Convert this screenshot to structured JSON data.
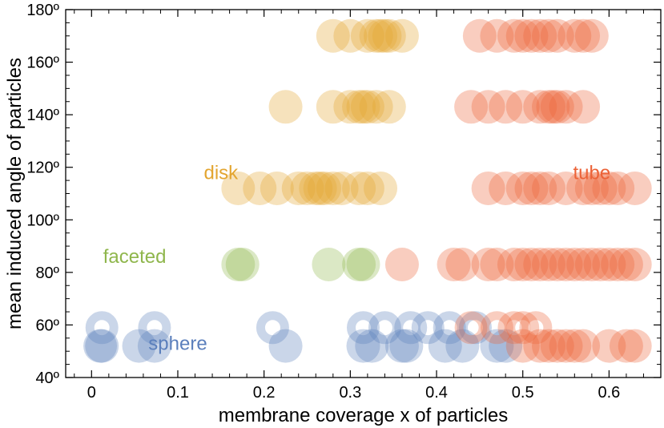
{
  "chart_data": {
    "type": "scatter",
    "xlabel": "membrane coverage x of particles",
    "ylabel": "mean induced angle of particles",
    "xlim": [
      -0.03,
      0.66
    ],
    "ylim": [
      40,
      180
    ],
    "x_ticks": [
      0,
      0.1,
      0.2,
      0.3,
      0.4,
      0.5,
      0.6
    ],
    "x_tick_labels": [
      "0",
      "0.1",
      "0.2",
      "0.3",
      "0.4",
      "0.5",
      "0.6"
    ],
    "y_ticks": [
      40,
      60,
      80,
      100,
      120,
      140,
      160,
      180
    ],
    "y_tick_labels": [
      "40º",
      "60º",
      "80º",
      "100º",
      "120º",
      "140º",
      "160º",
      "180º"
    ],
    "grid": false,
    "legend": "none",
    "annotations": [
      {
        "text": "sphere",
        "color": "#5b7fbc",
        "x": 0.1,
        "y": 53
      },
      {
        "text": "faceted",
        "color": "#8fb64c",
        "x": 0.05,
        "y": 86
      },
      {
        "text": "disk",
        "color": "#e3a530",
        "x": 0.15,
        "y": 118
      },
      {
        "text": "tube",
        "color": "#ec6237",
        "x": 0.58,
        "y": 118
      }
    ],
    "series": [
      {
        "name": "sphere",
        "color": "#5b7fbc",
        "points": [
          {
            "x": 0.01,
            "y": 52
          },
          {
            "x": 0.012,
            "y": 52
          },
          {
            "x": 0.055,
            "y": 52
          },
          {
            "x": 0.073,
            "y": 52
          },
          {
            "x": 0.225,
            "y": 52
          },
          {
            "x": 0.315,
            "y": 52
          },
          {
            "x": 0.325,
            "y": 52
          },
          {
            "x": 0.36,
            "y": 52
          },
          {
            "x": 0.365,
            "y": 52
          },
          {
            "x": 0.41,
            "y": 52
          },
          {
            "x": 0.43,
            "y": 52
          },
          {
            "x": 0.47,
            "y": 52
          },
          {
            "x": 0.48,
            "y": 52
          }
        ],
        "rings": [
          {
            "x": 0.012,
            "y": 59
          },
          {
            "x": 0.073,
            "y": 59
          },
          {
            "x": 0.21,
            "y": 59
          },
          {
            "x": 0.315,
            "y": 59
          },
          {
            "x": 0.34,
            "y": 59
          },
          {
            "x": 0.37,
            "y": 59
          },
          {
            "x": 0.39,
            "y": 59
          },
          {
            "x": 0.415,
            "y": 59
          },
          {
            "x": 0.445,
            "y": 59
          }
        ]
      },
      {
        "name": "faceted",
        "color": "#8fb64c",
        "points": [
          {
            "x": 0.17,
            "y": 83
          },
          {
            "x": 0.175,
            "y": 83
          },
          {
            "x": 0.275,
            "y": 83
          },
          {
            "x": 0.31,
            "y": 83
          },
          {
            "x": 0.315,
            "y": 83
          }
        ]
      },
      {
        "name": "disk",
        "color": "#e3a530",
        "points": [
          {
            "x": 0.28,
            "y": 170
          },
          {
            "x": 0.3,
            "y": 170
          },
          {
            "x": 0.32,
            "y": 170
          },
          {
            "x": 0.33,
            "y": 170
          },
          {
            "x": 0.335,
            "y": 170
          },
          {
            "x": 0.34,
            "y": 170
          },
          {
            "x": 0.345,
            "y": 170
          },
          {
            "x": 0.36,
            "y": 170
          },
          {
            "x": 0.225,
            "y": 143
          },
          {
            "x": 0.28,
            "y": 143
          },
          {
            "x": 0.3,
            "y": 143
          },
          {
            "x": 0.31,
            "y": 143
          },
          {
            "x": 0.315,
            "y": 143
          },
          {
            "x": 0.32,
            "y": 143
          },
          {
            "x": 0.33,
            "y": 143
          },
          {
            "x": 0.345,
            "y": 143
          },
          {
            "x": 0.17,
            "y": 112
          },
          {
            "x": 0.195,
            "y": 112
          },
          {
            "x": 0.215,
            "y": 112
          },
          {
            "x": 0.24,
            "y": 112
          },
          {
            "x": 0.25,
            "y": 112
          },
          {
            "x": 0.26,
            "y": 112
          },
          {
            "x": 0.265,
            "y": 112
          },
          {
            "x": 0.27,
            "y": 112
          },
          {
            "x": 0.28,
            "y": 112
          },
          {
            "x": 0.29,
            "y": 112
          },
          {
            "x": 0.31,
            "y": 112
          },
          {
            "x": 0.32,
            "y": 112
          },
          {
            "x": 0.335,
            "y": 112
          }
        ]
      },
      {
        "name": "tube",
        "color": "#ec6237",
        "points": [
          {
            "x": 0.45,
            "y": 170
          },
          {
            "x": 0.47,
            "y": 170
          },
          {
            "x": 0.49,
            "y": 170
          },
          {
            "x": 0.5,
            "y": 170
          },
          {
            "x": 0.51,
            "y": 170
          },
          {
            "x": 0.52,
            "y": 170
          },
          {
            "x": 0.53,
            "y": 170
          },
          {
            "x": 0.54,
            "y": 170
          },
          {
            "x": 0.56,
            "y": 170
          },
          {
            "x": 0.57,
            "y": 170
          },
          {
            "x": 0.58,
            "y": 170
          },
          {
            "x": 0.44,
            "y": 143
          },
          {
            "x": 0.46,
            "y": 143
          },
          {
            "x": 0.48,
            "y": 143
          },
          {
            "x": 0.5,
            "y": 143
          },
          {
            "x": 0.52,
            "y": 143
          },
          {
            "x": 0.53,
            "y": 143
          },
          {
            "x": 0.535,
            "y": 143
          },
          {
            "x": 0.54,
            "y": 143
          },
          {
            "x": 0.55,
            "y": 143
          },
          {
            "x": 0.57,
            "y": 143
          },
          {
            "x": 0.46,
            "y": 112
          },
          {
            "x": 0.48,
            "y": 112
          },
          {
            "x": 0.5,
            "y": 112
          },
          {
            "x": 0.51,
            "y": 112
          },
          {
            "x": 0.52,
            "y": 112
          },
          {
            "x": 0.53,
            "y": 112
          },
          {
            "x": 0.55,
            "y": 112
          },
          {
            "x": 0.57,
            "y": 112
          },
          {
            "x": 0.58,
            "y": 112
          },
          {
            "x": 0.59,
            "y": 112
          },
          {
            "x": 0.6,
            "y": 112
          },
          {
            "x": 0.61,
            "y": 112
          },
          {
            "x": 0.63,
            "y": 112
          },
          {
            "x": 0.36,
            "y": 83
          },
          {
            "x": 0.42,
            "y": 83
          },
          {
            "x": 0.43,
            "y": 83
          },
          {
            "x": 0.46,
            "y": 83
          },
          {
            "x": 0.47,
            "y": 83
          },
          {
            "x": 0.49,
            "y": 83
          },
          {
            "x": 0.5,
            "y": 83
          },
          {
            "x": 0.51,
            "y": 83
          },
          {
            "x": 0.52,
            "y": 83
          },
          {
            "x": 0.53,
            "y": 83
          },
          {
            "x": 0.54,
            "y": 83
          },
          {
            "x": 0.55,
            "y": 83
          },
          {
            "x": 0.56,
            "y": 83
          },
          {
            "x": 0.57,
            "y": 83
          },
          {
            "x": 0.58,
            "y": 83
          },
          {
            "x": 0.59,
            "y": 83
          },
          {
            "x": 0.6,
            "y": 83
          },
          {
            "x": 0.61,
            "y": 83
          },
          {
            "x": 0.62,
            "y": 83
          },
          {
            "x": 0.63,
            "y": 83
          },
          {
            "x": 0.5,
            "y": 52
          },
          {
            "x": 0.52,
            "y": 52
          },
          {
            "x": 0.53,
            "y": 52
          },
          {
            "x": 0.54,
            "y": 52
          },
          {
            "x": 0.55,
            "y": 52
          },
          {
            "x": 0.56,
            "y": 52
          },
          {
            "x": 0.57,
            "y": 52
          },
          {
            "x": 0.6,
            "y": 52
          },
          {
            "x": 0.62,
            "y": 52
          },
          {
            "x": 0.63,
            "y": 52
          }
        ],
        "rings": [
          {
            "x": 0.44,
            "y": 59
          },
          {
            "x": 0.47,
            "y": 59
          },
          {
            "x": 0.49,
            "y": 59
          },
          {
            "x": 0.5,
            "y": 59
          },
          {
            "x": 0.515,
            "y": 59
          }
        ]
      }
    ]
  }
}
